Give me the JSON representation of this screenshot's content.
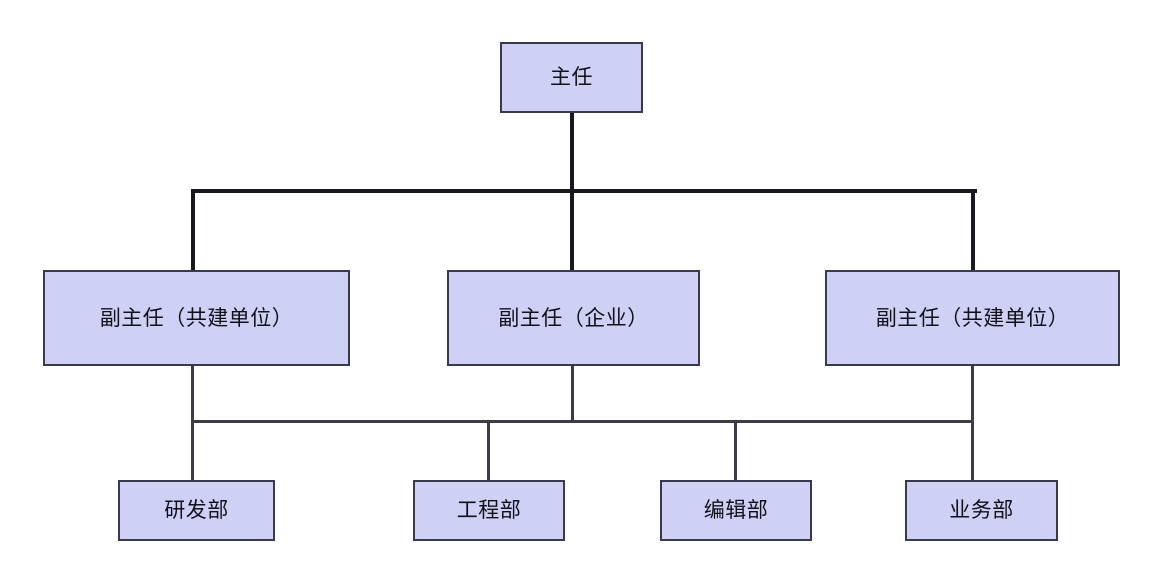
{
  "chart": {
    "type": "organization-chart",
    "title": "",
    "background_color": "#ffffff",
    "node_fill_color": "#ced0f5",
    "node_border_color": "#3a3a4d",
    "connector_color": "#2c2c38",
    "levels": [
      {
        "level": 1,
        "nodes": [
          {
            "id": "director",
            "label": "主任"
          }
        ]
      },
      {
        "level": 2,
        "nodes": [
          {
            "id": "deputy-coop-left",
            "label": "副主任（共建单位）"
          },
          {
            "id": "deputy-enterprise",
            "label": "副主任（企业）"
          },
          {
            "id": "deputy-coop-right",
            "label": "副主任（共建单位）"
          }
        ]
      },
      {
        "level": 3,
        "nodes": [
          {
            "id": "dept-rd",
            "label": "研发部"
          },
          {
            "id": "dept-eng",
            "label": "工程部"
          },
          {
            "id": "dept-edit",
            "label": "编辑部"
          },
          {
            "id": "dept-business",
            "label": "业务部"
          }
        ]
      }
    ],
    "edges": [
      {
        "from": "director",
        "to": "deputy-coop-left"
      },
      {
        "from": "director",
        "to": "deputy-enterprise"
      },
      {
        "from": "director",
        "to": "deputy-coop-right"
      },
      {
        "from": "deputy-coop-left",
        "to": "dept-rd"
      },
      {
        "from": "deputy-coop-left",
        "to": "dept-eng"
      },
      {
        "from": "deputy-enterprise",
        "to": "dept-edit"
      },
      {
        "from": "deputy-coop-right",
        "to": "dept-business"
      }
    ]
  }
}
